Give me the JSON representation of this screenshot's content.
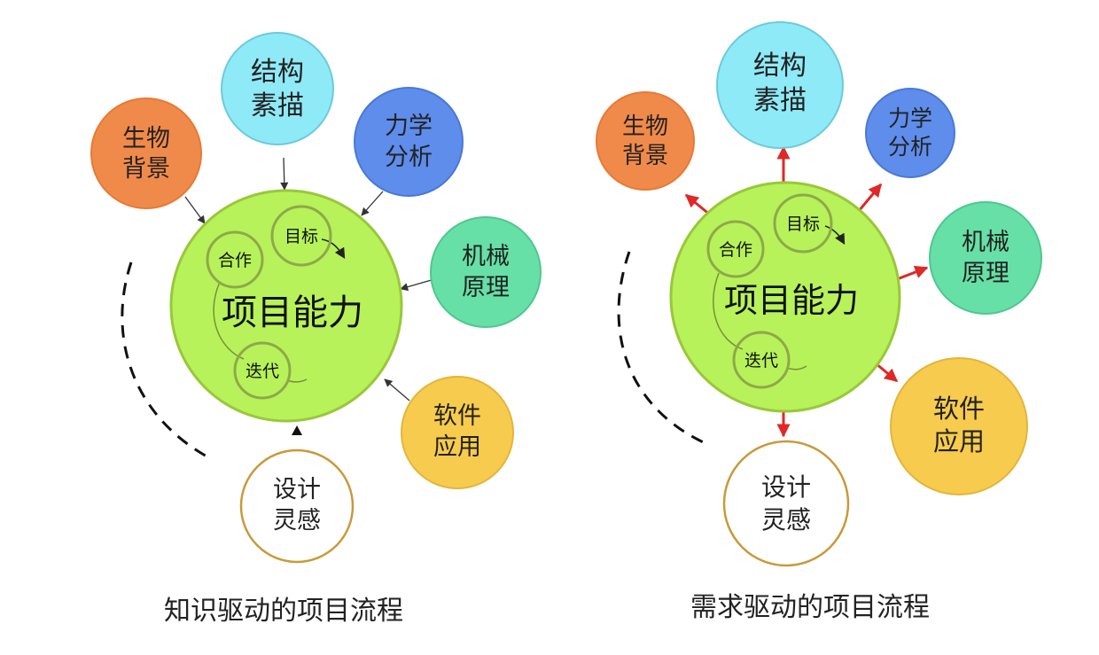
{
  "diagrams": [
    {
      "caption": "知识驱动的项目流程",
      "center": {
        "label": "项目能力",
        "inner": [
          "目标",
          "合作",
          "迭代"
        ]
      },
      "nodes": [
        {
          "id": "bio",
          "lines": [
            "生物",
            "背景"
          ],
          "color": "#F08A4B"
        },
        {
          "id": "struct",
          "lines": [
            "结构",
            "素描"
          ],
          "color": "#8FEAF7"
        },
        {
          "id": "mech",
          "lines": [
            "力学",
            "分析"
          ],
          "color": "#5E8DEB"
        },
        {
          "id": "machine",
          "lines": [
            "机械",
            "原理"
          ],
          "color": "#66E0A7"
        },
        {
          "id": "software",
          "lines": [
            "软件",
            "应用"
          ],
          "color": "#F7CB4D"
        },
        {
          "id": "design",
          "lines": [
            "设计",
            "灵感"
          ],
          "color": "#FFFFFF"
        }
      ]
    },
    {
      "caption": "需求驱动的项目流程",
      "center": {
        "label": "项目能力",
        "inner": [
          "目标",
          "合作",
          "迭代"
        ]
      },
      "nodes": [
        {
          "id": "bio",
          "lines": [
            "生物",
            "背景"
          ],
          "color": "#F08A4B"
        },
        {
          "id": "struct",
          "lines": [
            "结构",
            "素描"
          ],
          "color": "#8FEAF7"
        },
        {
          "id": "mech",
          "lines": [
            "力学",
            "分析"
          ],
          "color": "#5E8DEB"
        },
        {
          "id": "machine",
          "lines": [
            "机械",
            "原理"
          ],
          "color": "#66E0A7"
        },
        {
          "id": "software",
          "lines": [
            "软件",
            "应用"
          ],
          "color": "#F7CB4D"
        },
        {
          "id": "design",
          "lines": [
            "设计",
            "灵感"
          ],
          "color": "#FFFFFF"
        }
      ]
    }
  ],
  "colors": {
    "center_fill": "#B7F25A",
    "center_stroke": "#9AC73A",
    "inner_stroke": "#8FA84A",
    "design_stroke": "#C89A3A",
    "arrow_in": "#333333",
    "arrow_out": "#E02828"
  }
}
